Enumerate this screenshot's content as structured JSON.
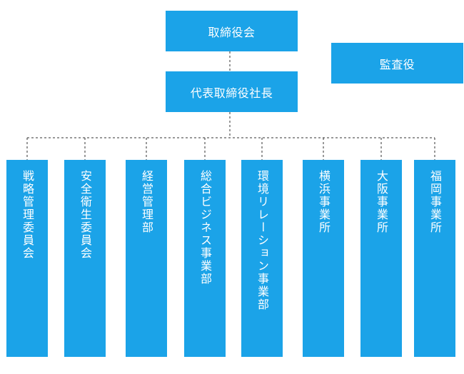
{
  "org": {
    "board": "取締役会",
    "ceo": "代表取締役社長",
    "auditor": "監査役",
    "departments": [
      "戦略管理委員会",
      "安全衛生委員会",
      "経営管理部",
      "総合ビジネス事業部",
      "環境リレーション事業部",
      "横浜事業所",
      "大阪事業所",
      "福岡事業所"
    ]
  },
  "colors": {
    "box": "#1ba3e8",
    "text": "#ffffff",
    "connector": "#333333"
  }
}
